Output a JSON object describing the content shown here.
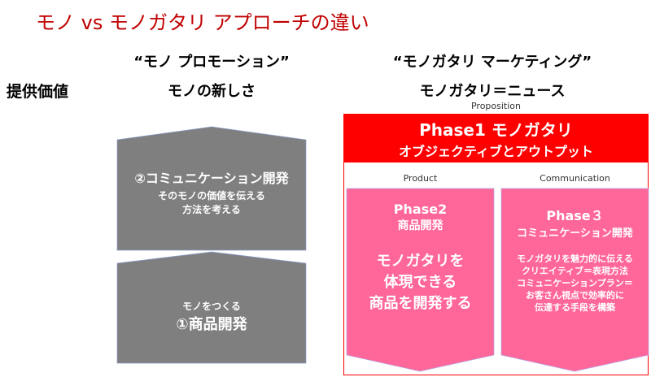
{
  "title": "モノ vs モノガタリ  アプローチの違い",
  "left": {
    "heading": "“モノ プロモーション”",
    "value": "モノの新しさ",
    "box2": {
      "title": "②コミュニケーション開発",
      "lines": [
        "そのモノの価値を伝える",
        "方法を考える"
      ]
    },
    "box1": {
      "sub": "モノをつくる",
      "title": "①商品開発"
    }
  },
  "row_label": "提供価値",
  "right": {
    "heading": "“モノガタリ マーケティング”",
    "value": "モノガタリ＝ニュース",
    "proposition_label": "Proposition",
    "phase1": {
      "line1": "Phase1  モノガタリ",
      "line2": "オブジェクティブとアウトプット"
    },
    "product_label": "Product",
    "communication_label": "Communication",
    "phase2": {
      "title": "Phase2",
      "subtitle": "商品開発",
      "lines": [
        "モノガタリを",
        "体現できる",
        "商品を開発する"
      ]
    },
    "phase3": {
      "title": "Phase３",
      "subtitle": "コミュニケーション開発",
      "lines": [
        "モノガタリを魅力的に伝える",
        "クリエイティブ＝表現方法",
        "コミュニケーションプラン＝",
        "お客さん視点で効率的に",
        "伝達する手段を構築"
      ]
    }
  },
  "colors": {
    "red": "#ff0000",
    "title_red": "#c00000",
    "gray": "#7f7f7f",
    "pink": "#ff6699"
  }
}
